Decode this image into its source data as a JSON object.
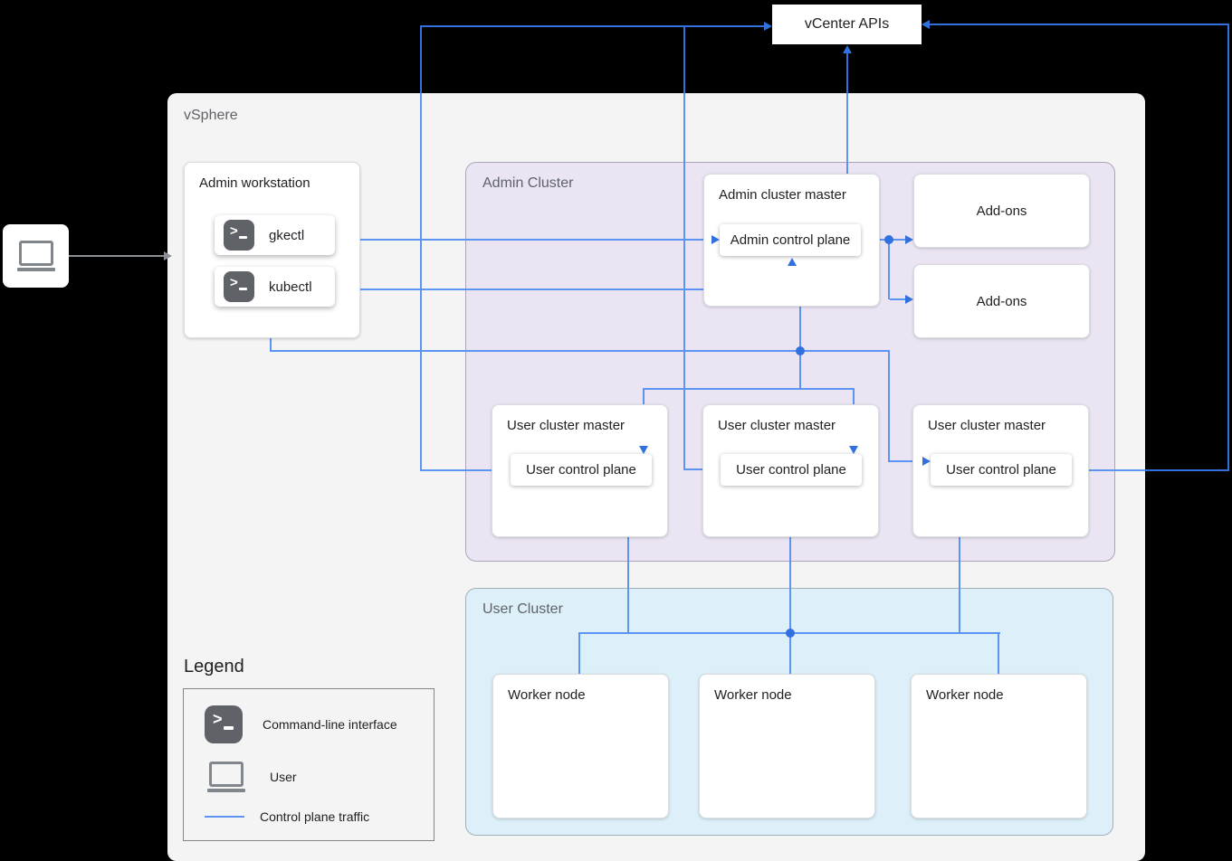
{
  "diagram": {
    "vcenter": {
      "label": "vCenter APIs"
    },
    "user": {
      "icon": "laptop-icon"
    },
    "vsphere": {
      "label": "vSphere",
      "admin_workstation": {
        "title": "Admin workstation",
        "tools": [
          {
            "icon": "terminal-icon",
            "label": "gkectl"
          },
          {
            "icon": "terminal-icon",
            "label": "kubectl"
          }
        ]
      },
      "admin_cluster": {
        "label": "Admin Cluster",
        "admin_cluster_master": {
          "title": "Admin cluster master",
          "control_plane_label": "Admin control plane"
        },
        "addons": [
          {
            "label": "Add-ons"
          },
          {
            "label": "Add-ons"
          }
        ],
        "user_cluster_masters": [
          {
            "title": "User cluster master",
            "control_plane_label": "User control plane"
          },
          {
            "title": "User cluster master",
            "control_plane_label": "User control plane"
          },
          {
            "title": "User cluster master",
            "control_plane_label": "User control plane"
          }
        ]
      },
      "user_cluster": {
        "label": "User Cluster",
        "worker_nodes": [
          {
            "title": "Worker node"
          },
          {
            "title": "Worker node"
          },
          {
            "title": "Worker node"
          }
        ]
      }
    },
    "legend": {
      "title": "Legend",
      "items": [
        {
          "icon": "terminal-icon",
          "label": "Command-line interface"
        },
        {
          "icon": "laptop-icon",
          "label": "User"
        },
        {
          "icon": "control-plane-line-sample",
          "label": "Control plane traffic"
        }
      ]
    },
    "colors": {
      "background": "#000000",
      "vsphere_panel_fill": "#f4f4f4",
      "admin_cluster_fill": "#ebe5f3",
      "user_cluster_fill": "#ddf0fa",
      "connector_blue": "#5b94f3",
      "connector_blue_dark": "#3270dd",
      "user_arrow_gray": "#8a9096",
      "icon_gray": "#5f6368"
    }
  }
}
